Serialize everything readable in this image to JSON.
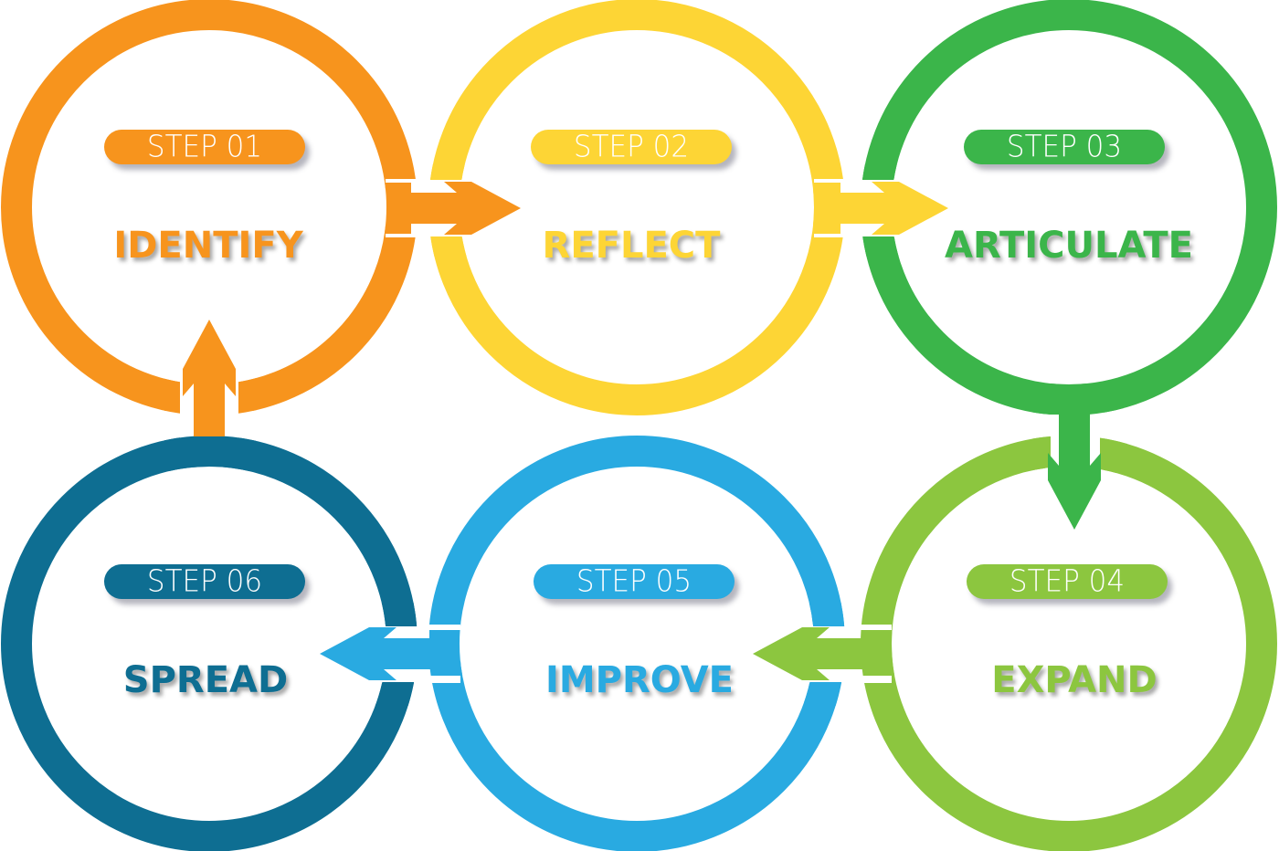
{
  "diagram": {
    "type": "cyclic-process",
    "steps": [
      {
        "badge": "STEP 01",
        "title": "IDENTIFY",
        "color": "#F7941D"
      },
      {
        "badge": "STEP 02",
        "title": "REFLECT",
        "color": "#FDD535"
      },
      {
        "badge": "STEP 03",
        "title": "ARTICULATE",
        "color": "#3BB54A"
      },
      {
        "badge": "STEP 04",
        "title": "EXPAND",
        "color": "#8CC63F"
      },
      {
        "badge": "STEP 05",
        "title": "IMPROVE",
        "color": "#29AAE1"
      },
      {
        "badge": "STEP 06",
        "title": "SPREAD",
        "color": "#0E6E92"
      }
    ],
    "flow": [
      {
        "from": "STEP 01",
        "to": "STEP 02",
        "direction": "right"
      },
      {
        "from": "STEP 02",
        "to": "STEP 03",
        "direction": "right"
      },
      {
        "from": "STEP 03",
        "to": "STEP 04",
        "direction": "down"
      },
      {
        "from": "STEP 04",
        "to": "STEP 05",
        "direction": "left"
      },
      {
        "from": "STEP 05",
        "to": "STEP 06",
        "direction": "left"
      },
      {
        "from": "STEP 06",
        "to": "STEP 01",
        "direction": "up"
      }
    ]
  }
}
